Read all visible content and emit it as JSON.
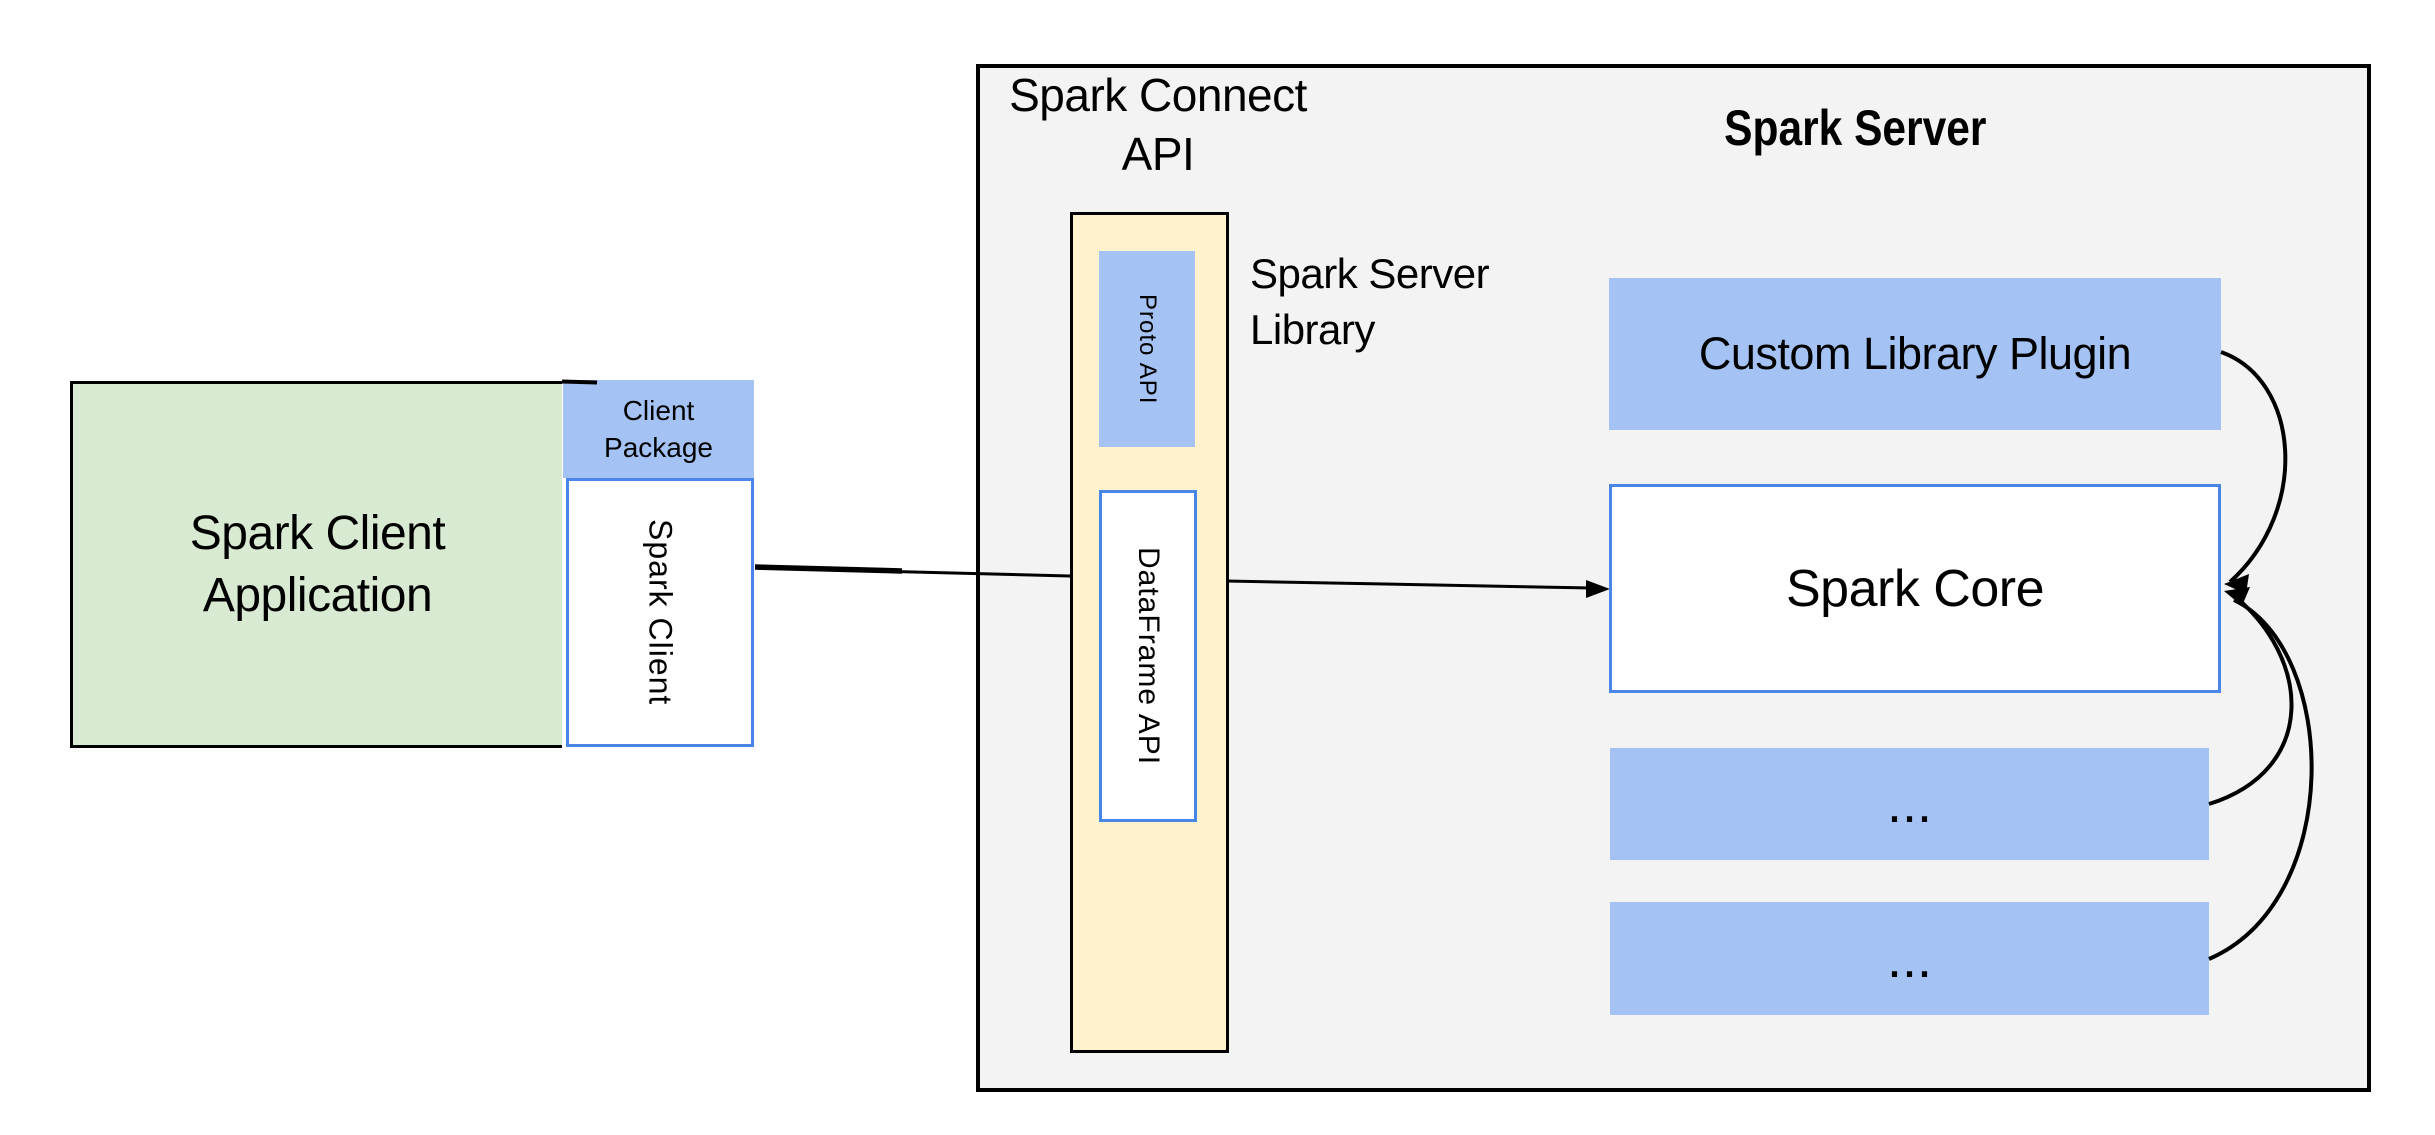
{
  "client": {
    "application_label": "Spark Client\nApplication",
    "package_label": "Client\nPackage",
    "spark_client_label": "Spark Client"
  },
  "connect_api": {
    "title": "Spark Connect\nAPI",
    "proto_api_label": "Proto API",
    "dataframe_api_label": "DataFrame API",
    "server_library_label": "Spark Server\nLibrary"
  },
  "server": {
    "title": "Spark Server",
    "custom_plugin_label": "Custom Library Plugin",
    "core_label": "Spark Core",
    "slot1_label": "...",
    "slot2_label": "..."
  },
  "colors": {
    "client_app_green": "#d9ead3",
    "accent_blue": "#a4c2f4",
    "api_yellow": "#fff2cc",
    "server_gray": "#f3f3f3",
    "box_border_blue": "#4a86e8",
    "line_black": "#000000"
  }
}
